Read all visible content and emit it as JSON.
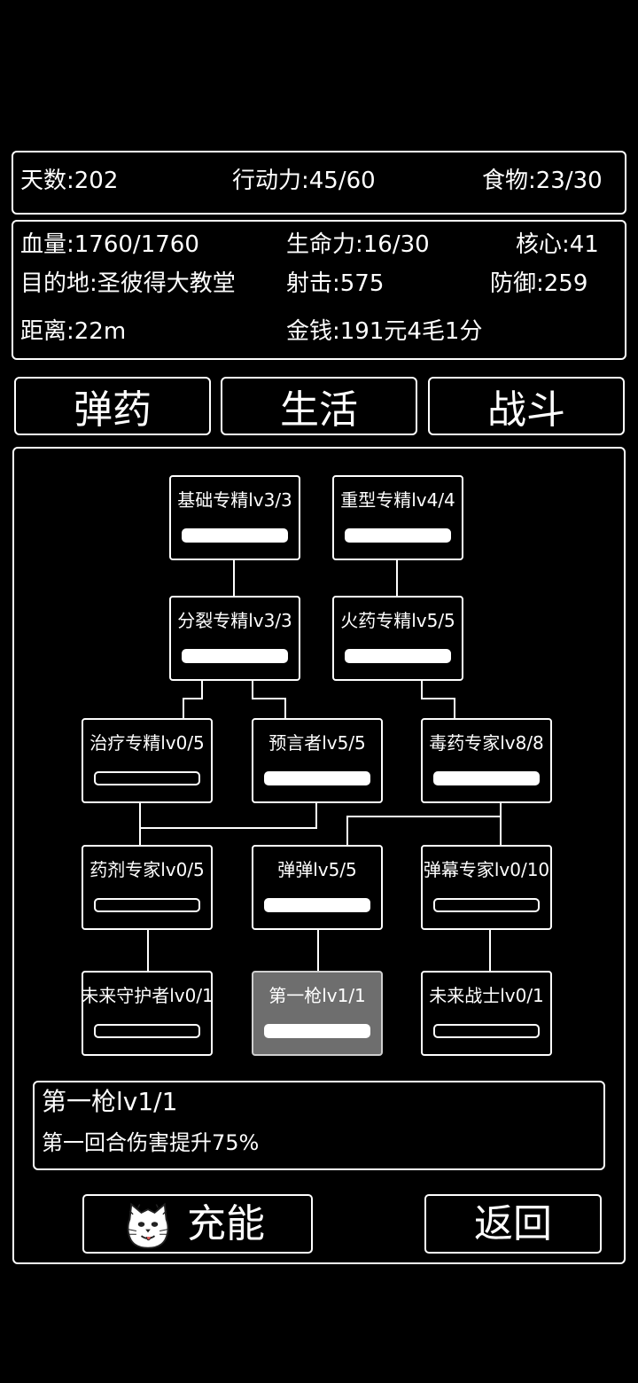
{
  "stats_top": {
    "days": "天数:202",
    "action_points": "行动力:45/60",
    "food": "食物:23/30"
  },
  "stats_main": {
    "hp": "血量:1760/1760",
    "vitality": "生命力:16/30",
    "core": "核心:41",
    "destination": "目的地:圣彼得大教堂",
    "shooting": "射击:575",
    "defense": "防御:259",
    "distance": "距离:22m",
    "money": "金钱:191元4毛1分"
  },
  "tabs": [
    "弹药",
    "生活",
    "战斗"
  ],
  "skills": [
    {
      "label": "基础专精lv3/3",
      "progress": 1.0
    },
    {
      "label": "重型专精lv4/4",
      "progress": 1.0
    },
    {
      "label": "分裂专精lv3/3",
      "progress": 1.0
    },
    {
      "label": "火药专精lv5/5",
      "progress": 1.0
    },
    {
      "label": "治疗专精lv0/5",
      "progress": 0.0
    },
    {
      "label": "预言者lv5/5",
      "progress": 1.0
    },
    {
      "label": "毒药专家lv8/8",
      "progress": 1.0
    },
    {
      "label": "药剂专家lv0/5",
      "progress": 0.0
    },
    {
      "label": "弹弹lv5/5",
      "progress": 1.0
    },
    {
      "label": "弹幕专家lv0/10",
      "progress": 0.0
    },
    {
      "label": "未来守护者lv0/1",
      "progress": 0.0
    },
    {
      "label": "第一枪lv1/1",
      "progress": 1.0,
      "selected": true
    },
    {
      "label": "未来战士lv0/1",
      "progress": 0.0
    }
  ],
  "detail": {
    "title": "第一枪lv1/1",
    "description": "第一回合伤害提升75%"
  },
  "buttons": {
    "charge": "充能",
    "back": "返回",
    "charge_icon": "cat-face-icon"
  }
}
